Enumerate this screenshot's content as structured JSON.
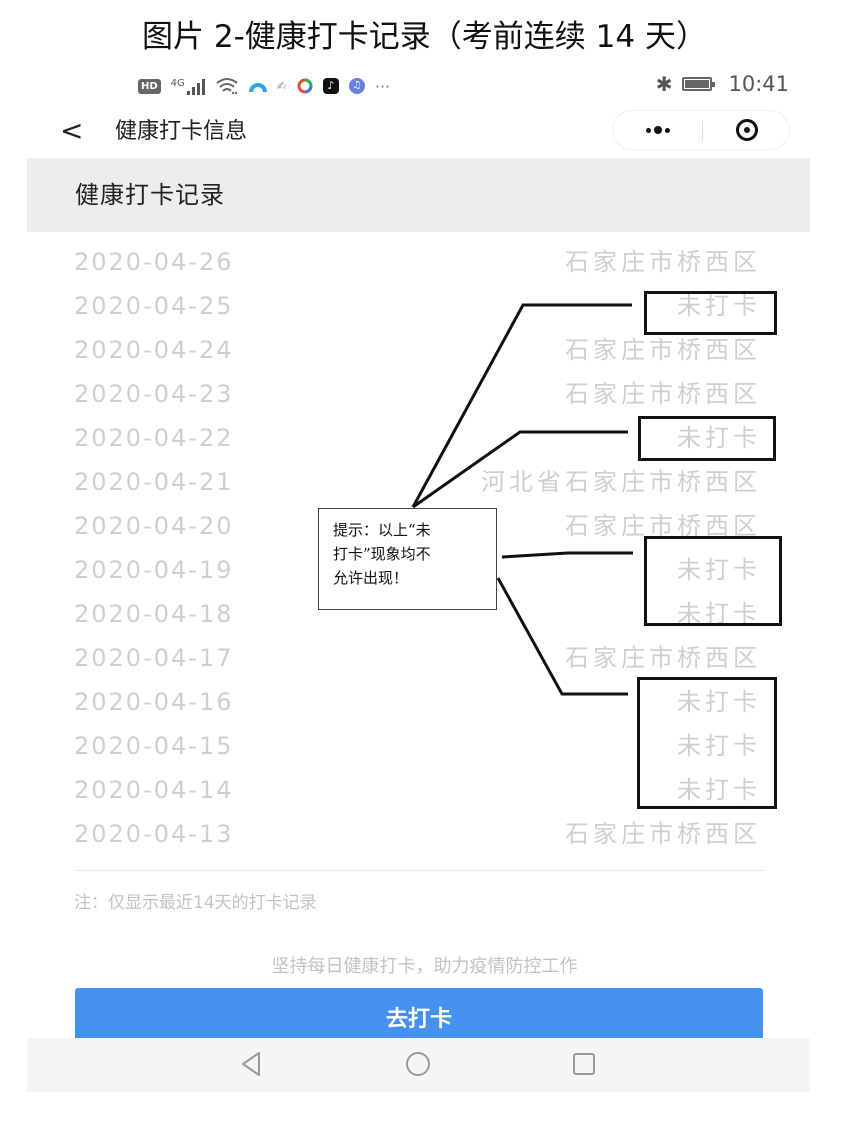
{
  "caption": "图片 2-健康打卡记录（考前连续 14 天）",
  "status_bar": {
    "left_icons": [
      "hd-icon",
      "4g-signal-icon",
      "wifi-icon",
      "app-icon-blue",
      "app-icon-script",
      "app-icon-color-ring",
      "tiktok-icon",
      "music-icon",
      "more-notifications-icon"
    ],
    "network_label": "4G",
    "hd_label": "HD",
    "more": "···",
    "time": "10:41"
  },
  "navbar": {
    "back_glyph": "<",
    "title": "健康打卡信息"
  },
  "section": {
    "title": "健康打卡记录"
  },
  "records": [
    {
      "date": "2020-04-26",
      "location": "石家庄市桥西区"
    },
    {
      "date": "2020-04-25",
      "location": "未打卡"
    },
    {
      "date": "2020-04-24",
      "location": "石家庄市桥西区"
    },
    {
      "date": "2020-04-23",
      "location": "石家庄市桥西区"
    },
    {
      "date": "2020-04-22",
      "location": "未打卡"
    },
    {
      "date": "2020-04-21",
      "location": "河北省石家庄市桥西区"
    },
    {
      "date": "2020-04-20",
      "location": "石家庄市桥西区"
    },
    {
      "date": "2020-04-19",
      "location": "未打卡"
    },
    {
      "date": "2020-04-18",
      "location": "未打卡"
    },
    {
      "date": "2020-04-17",
      "location": "石家庄市桥西区"
    },
    {
      "date": "2020-04-16",
      "location": "未打卡"
    },
    {
      "date": "2020-04-15",
      "location": "未打卡"
    },
    {
      "date": "2020-04-14",
      "location": "未打卡"
    },
    {
      "date": "2020-04-13",
      "location": "石家庄市桥西区"
    }
  ],
  "footer": {
    "note": "注：仅显示最近14天的打卡记录",
    "slogan": "坚持每日健康打卡，助力疫情防控工作",
    "cta_label": "去打卡"
  },
  "annotation": {
    "callout_lines": [
      "提示：以上“未",
      "打卡”现象均不",
      "允许出现！"
    ]
  },
  "colors": {
    "accent": "#4491ef",
    "record_text": "#cfcfcf",
    "header_band": "#ededed",
    "annotation_stroke": "#111111"
  }
}
